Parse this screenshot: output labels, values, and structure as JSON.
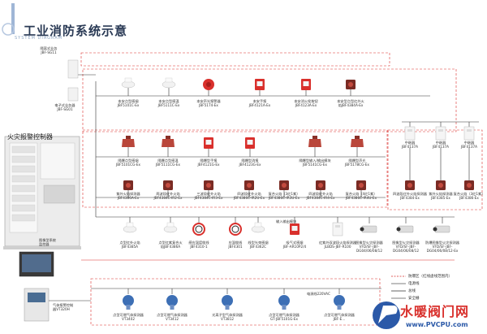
{
  "header": {
    "title": "工业消防系统示意",
    "subtitle": "SYSTEM DIAGRAM"
  },
  "controllers": {
    "main": "火灾报警控制器",
    "gas": "气体报警控制\n器VT320H",
    "graphic": "图像型系统\n监控器",
    "power": "电源线220VAC",
    "input_module": "输入输出模块"
  },
  "top_device": "隔离式业务\nJBF-SG11",
  "row1_label_first": "电子式业务器\nJBF-SG01",
  "row1": [
    "本安点型感烟\nJBF5101C-Ex",
    "本安点型感温\nJBF5111C-Ex",
    "本安声光报警器\nJBF5174-Ex",
    "本安手报\nJBF4121A-Ex",
    "本安消火栓按钮\nJBF4123A-Ex",
    "本安型点型红外火\n焰JBF4384A-Ex"
  ],
  "row2": [
    "隔爆点型感烟\nJBF5101CG-Ex",
    "隔爆点型感温\nJBF5111CG-Ex",
    "隔爆型手报\nJBF4121G-Ex",
    "隔爆型消报\nJBF4123G-Ex",
    "隔爆型输入/输出模块\nJBF5141CG-Ex",
    "隔爆型声光\nJBF5178CG-Ex"
  ],
  "row2_right": [
    "中继器\nJBF4137A",
    "中继器\nJBF4137A",
    "中继器\nJBF4137A"
  ],
  "row3": [
    "紫外火焰探测器\nJBF4386A-Ex",
    "两波段红外火焰\nJBF4384C-IR2-Ex",
    "三波段红外火焰\nJBF4384C-IR3-Ex",
    "四波段红外火焰\nJBF4386C-IR2U-Ex",
    "复合火焰（3红1紫）\nJBF4386C-IR3U-Ex",
    "四波段红外火焰\nJBF4384C-IR4-Ex",
    "复合火焰（4红1紫）\nJBF4386C-IR4U-Ex"
  ],
  "row3_right": [
    "四波段红外火焰探测器\nJBF4384-Ex",
    "紫外火焰探测器\nJBF4385-Ex",
    "复合火焰（3红1紫）\nJBF4386-Ex"
  ],
  "row4": [
    "点型红外火焰\nJBF4385A",
    "点型红紫复合火\n焰JBF4386A",
    "感应温度缆线\nJBF4310-1",
    "应温缆线\nJBF4301",
    "线型光束感烟\nJBF4362C",
    "吸气式感烟\nJBF-AR10P2/4",
    "红紫外双波段火焰探测器\nJLBDS-JBF-R100",
    "图像型火灾探测器\nVFD/SF-JBF-\nDG04/06/08/12",
    "图像型火灾探测器\nVFD/SF-JBF-\nDG04/06/08/12",
    "防爆图像型火灾探测器\nVFD/SF-JBF-\nDG04/06/08/12-Ex"
  ],
  "row5": [
    "点型可燃气体探测器\nVT3402",
    "点型可燃气体探测器\nVT3412",
    "光离子型气体探测器\nVT3812",
    "点型可燃气体探测器\nGT-JBF5101G-Ex",
    "点型可燃气体探测器\nJBF-E..."
  ],
  "legend": [
    {
      "label": "防爆区（红线虚线范围内）",
      "color": "#d9302c",
      "dash": true
    },
    {
      "label": "电源线",
      "color": "#555555",
      "dash": false
    },
    {
      "label": "总线",
      "color": "#333333",
      "dash": false
    },
    {
      "label": "安全栅",
      "color": "#555555",
      "dash": false
    }
  ],
  "watermark": {
    "text": "水暖阀门网",
    "url": "www.PVCPU.com"
  },
  "colors": {
    "danger": "#d9302c",
    "line": "#333333",
    "title": "#2a3a55"
  }
}
